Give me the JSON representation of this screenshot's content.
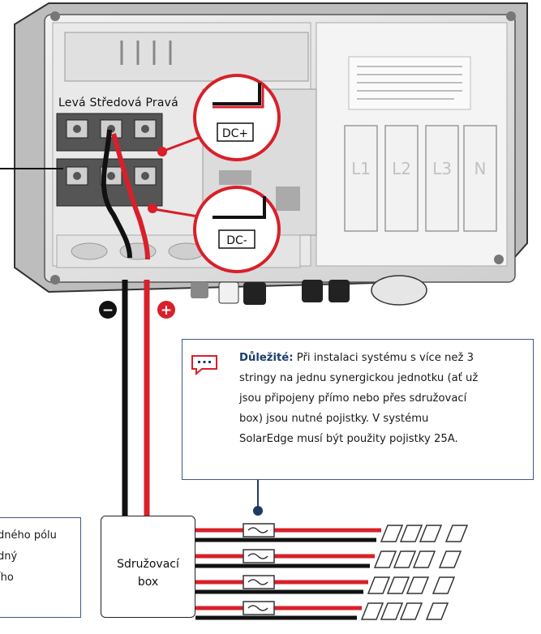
{
  "terminals": {
    "labels": "Levá Středová Pravá"
  },
  "callouts": {
    "dc_plus": "DC+",
    "dc_minus": "DC-"
  },
  "bus_labels": {
    "l1": "L1",
    "l2": "L2",
    "l3": "L3",
    "n": "N"
  },
  "polarity": {
    "minus": "−",
    "plus": "+"
  },
  "note": {
    "icon": "comment-dots-icon",
    "title": "Důležité:",
    "line1": "Při instalaci systému s více než 3",
    "line2": "stringy na jednu synergickou jednotku (ať už",
    "line3": "jsou připojeny přímo nebo přes sdružovací",
    "line4": "box) jsou nutné pojistky. V systému",
    "line5": "SolarEdge musí být použity pojistky 25A."
  },
  "left_note": {
    "line1": "dného pólu",
    "line2": "dný",
    "line3": "ího"
  },
  "combiner": {
    "line1": "Sdružovací",
    "line2": "box"
  },
  "colors": {
    "red": "#d8202a",
    "black": "#111111",
    "navy": "#1f3b63",
    "callout_blue": "#3d5a80",
    "grey_enclosure": "#d4d4d4"
  },
  "string_count": 4
}
